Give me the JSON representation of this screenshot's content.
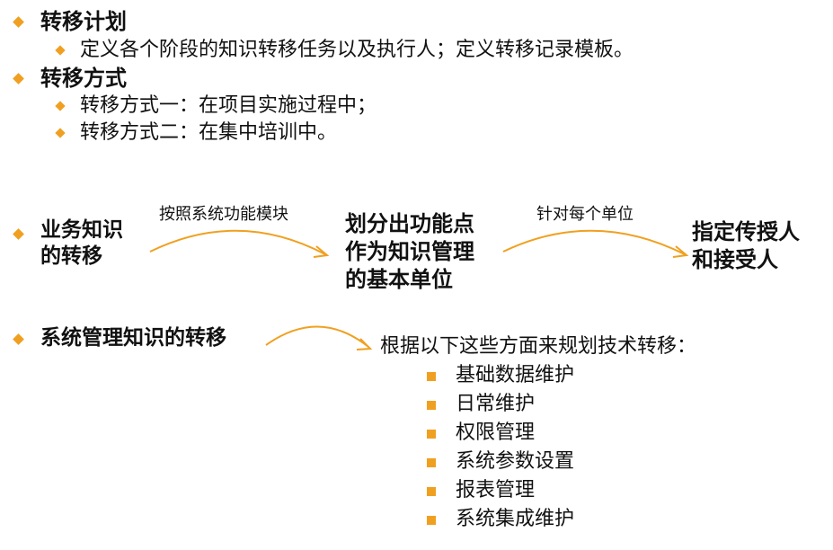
{
  "colors": {
    "accent": "#f0a020",
    "text": "#111111",
    "background": "#ffffff"
  },
  "section1": {
    "title": "转移计划",
    "sub": "定义各个阶段的知识转移任务以及执行人；定义转移记录模板。"
  },
  "section2": {
    "title": "转移方式",
    "items": [
      "转移方式一：在项目实施过程中；",
      "转移方式二：在集中培训中。"
    ]
  },
  "flow": {
    "label": [
      "业务知识",
      "的转移"
    ],
    "arrow1_caption": "按照系统功能模块",
    "middle": [
      "划分出功能点",
      "作为知识管理",
      "的基本单位"
    ],
    "arrow2_caption": "针对每个单位",
    "result": [
      "指定传授人",
      "和接受人"
    ]
  },
  "system": {
    "label": "系统管理知识的转移",
    "intro": "根据以下这些方面来规划技术转移：",
    "items": [
      "基础数据维护",
      "日常维护",
      "权限管理",
      "系统参数设置",
      "报表管理",
      "系统集成维护"
    ]
  }
}
